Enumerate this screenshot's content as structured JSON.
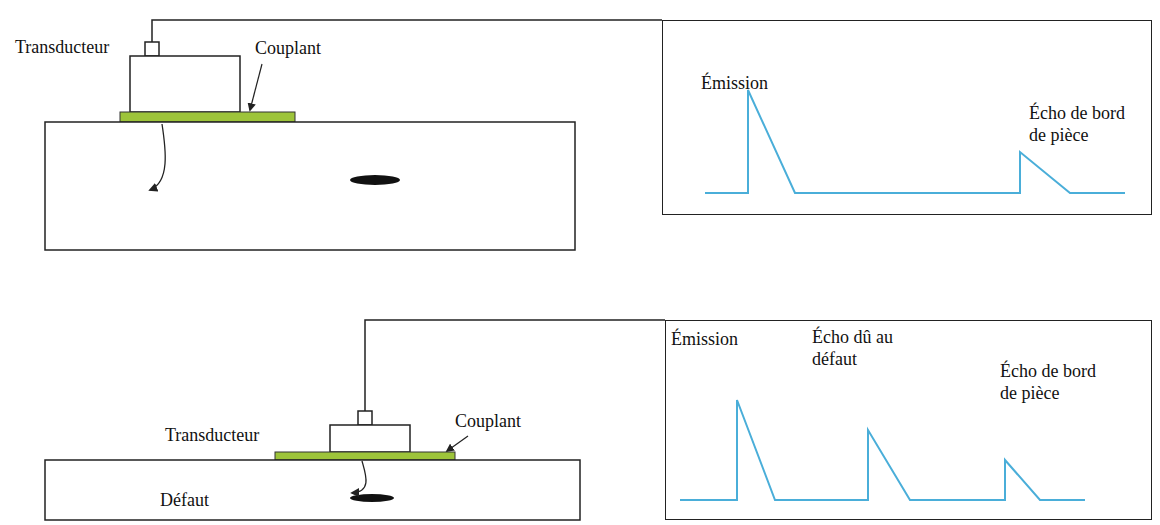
{
  "diagram": {
    "nodes": [
      {
        "text": [
          "Émission",
          "Écho de bord de pièce"
        ]
      },
      {
        "text": [
          "Émission",
          "Écho dû au défaut",
          "Écho de bord de pièce"
        ]
      }
    ],
    "labels": [
      "Transducteur",
      "Couplant",
      "Transducteur",
      "Couplant",
      "Défaut"
    ]
  }
}
